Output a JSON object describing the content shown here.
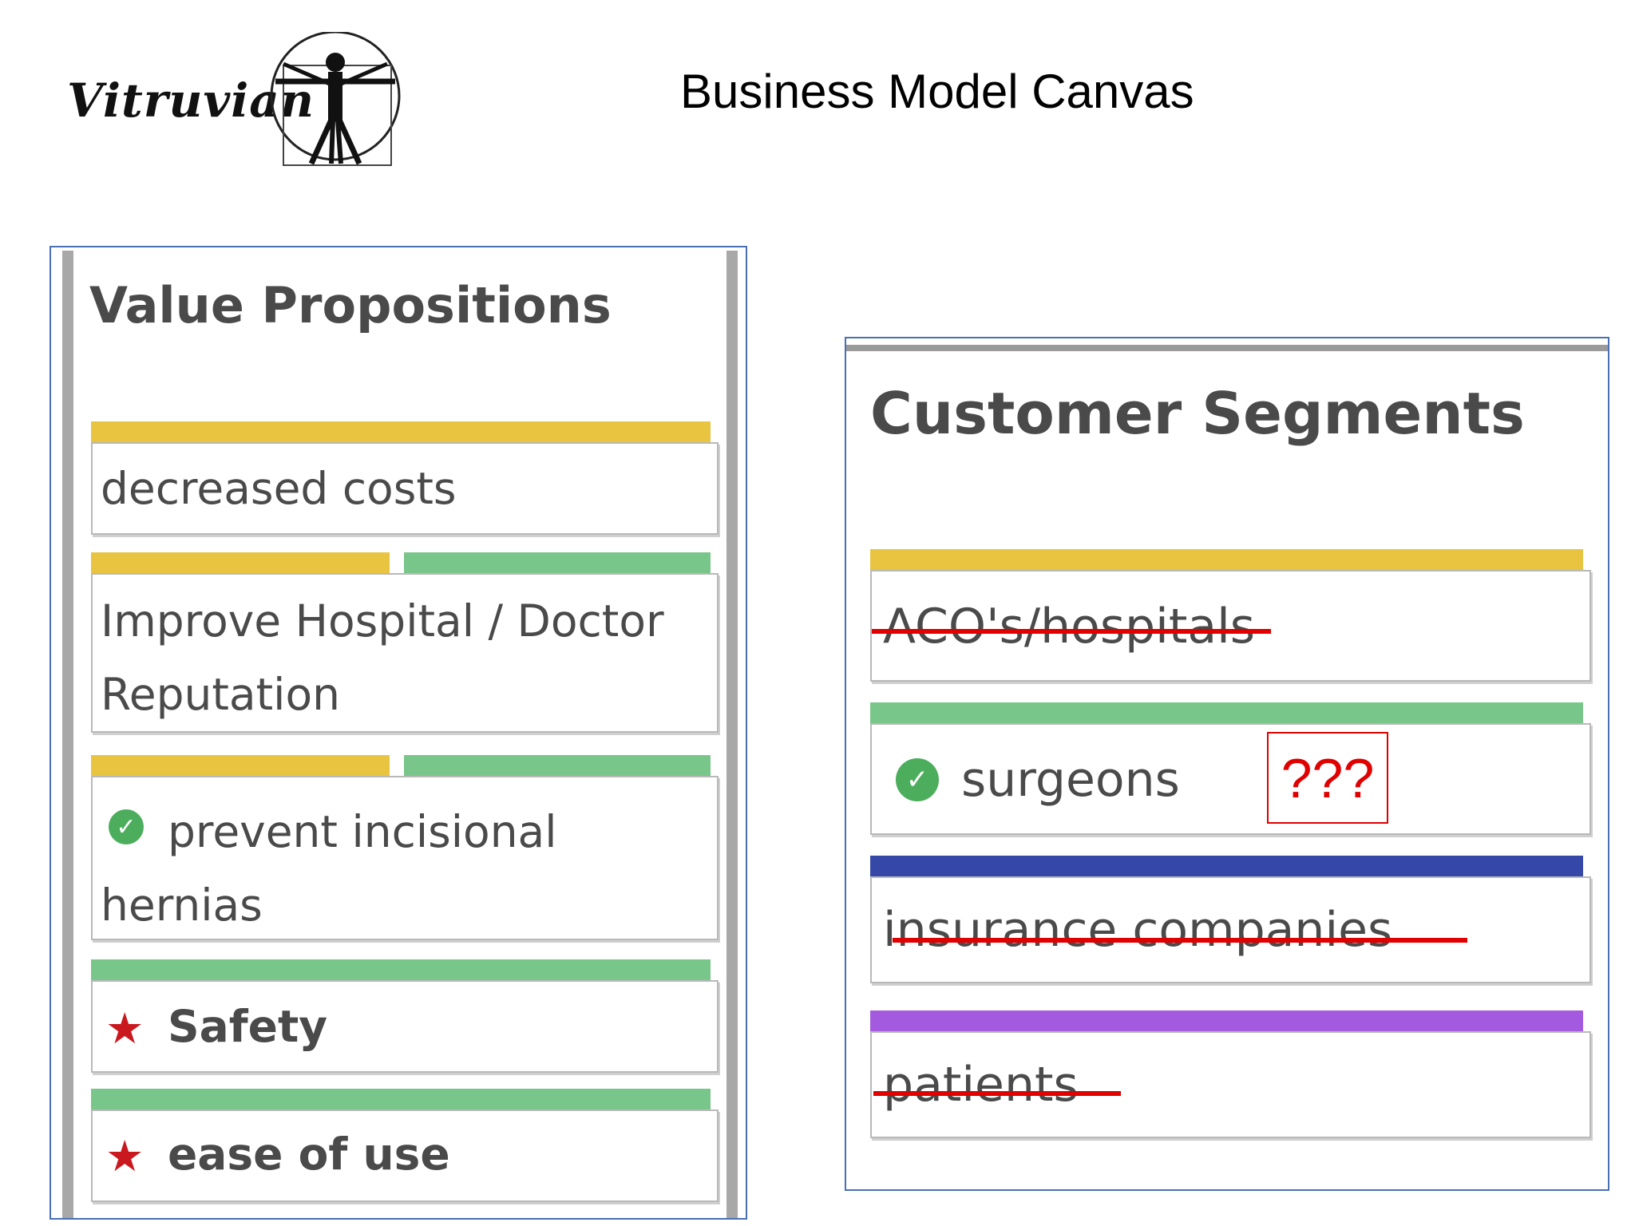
{
  "header": {
    "logo_text": "Vitruvian",
    "title": "Business Model Canvas"
  },
  "value_propositions": {
    "title": "Value Propositions",
    "items": [
      {
        "text": "decreased costs",
        "tags": [
          "yellow"
        ]
      },
      {
        "text": "Improve Hospital / Doctor Reputation",
        "tags": [
          "yellow",
          "green"
        ]
      },
      {
        "text": "prevent incisional hernias",
        "tags": [
          "yellow",
          "green"
        ],
        "icon": "check-icon"
      },
      {
        "text": "Safety",
        "tags": [
          "green"
        ],
        "icon": "star-icon",
        "bold": true
      },
      {
        "text": "ease of use",
        "tags": [
          "green"
        ],
        "icon": "star-icon",
        "bold": true
      }
    ]
  },
  "customer_segments": {
    "title": "Customer Segments",
    "items": [
      {
        "text": "ACO's/hospitals",
        "tag": "yellow",
        "struck": true
      },
      {
        "text": "surgeons",
        "tag": "green",
        "icon": "check-icon",
        "struck": false
      },
      {
        "text": "insurance companies",
        "tag": "blue",
        "struck": true
      },
      {
        "text": "patients",
        "tag": "purple",
        "struck": true
      }
    ],
    "annotation": "???"
  },
  "colors": {
    "yellow": "#e8c440",
    "green": "#79c68a",
    "blue": "#3548a8",
    "purple": "#a45ade",
    "strike": "#e00000",
    "panel_border": "#4a6fb5"
  }
}
